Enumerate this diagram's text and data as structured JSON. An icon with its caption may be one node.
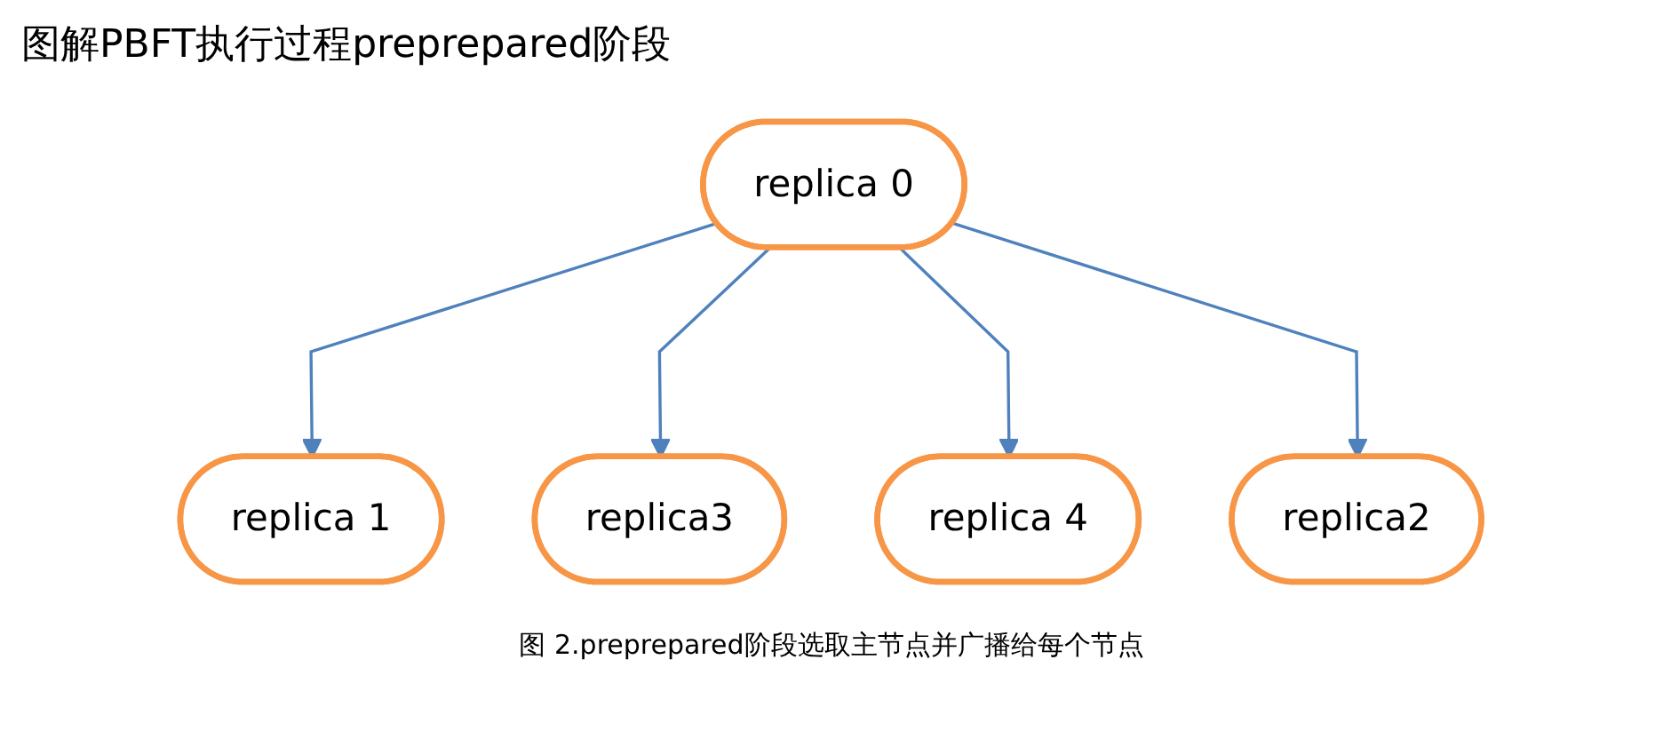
{
  "diagram": {
    "title": "图解PBFT执行过程preprepared阶段",
    "caption": "图 2.preprepared阶段选取主节点并广播给每个节点",
    "nodes": [
      {
        "text": [
          "replica 0"
        ]
      },
      {
        "text": [
          "replica 1"
        ]
      },
      {
        "text": [
          "replica2"
        ]
      },
      {
        "text": [
          "replica3"
        ]
      },
      {
        "text": [
          "replica 4"
        ]
      }
    ],
    "edges": [
      {
        "from": 0,
        "to": 1,
        "arrow": "to"
      },
      {
        "from": 0,
        "to": 3,
        "arrow": "to"
      },
      {
        "from": 0,
        "to": 4,
        "arrow": "to"
      },
      {
        "from": 0,
        "to": 2,
        "arrow": "to"
      }
    ]
  }
}
